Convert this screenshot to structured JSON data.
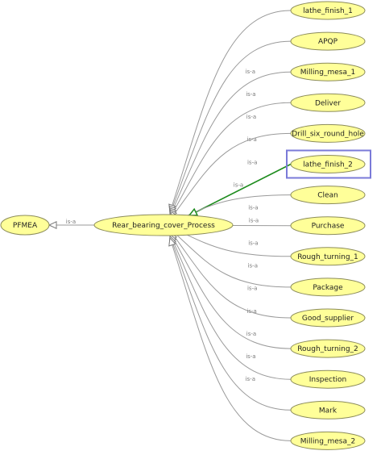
{
  "diagram": {
    "edge_label": "is-a",
    "root": "PFMEA",
    "process": "Rear_bearing_cover_Process",
    "selected": "lathe_finish_2",
    "children": [
      "lathe_finish_1",
      "APQP",
      "Milling_mesa_1",
      "Deliver",
      "Drill_six_round_hole",
      "lathe_finish_2",
      "Clean",
      "Purchase",
      "Rough_turning_1",
      "Package",
      "Good_supplier",
      "Rough_turning_2",
      "Inspection",
      "Mark",
      "Milling_mesa_2"
    ],
    "colors": {
      "node_fill": "#ffff99",
      "edge": "#9a9a9a",
      "highlight_edge": "#1e8c1e",
      "selection_box": "#7a7ad8"
    }
  }
}
